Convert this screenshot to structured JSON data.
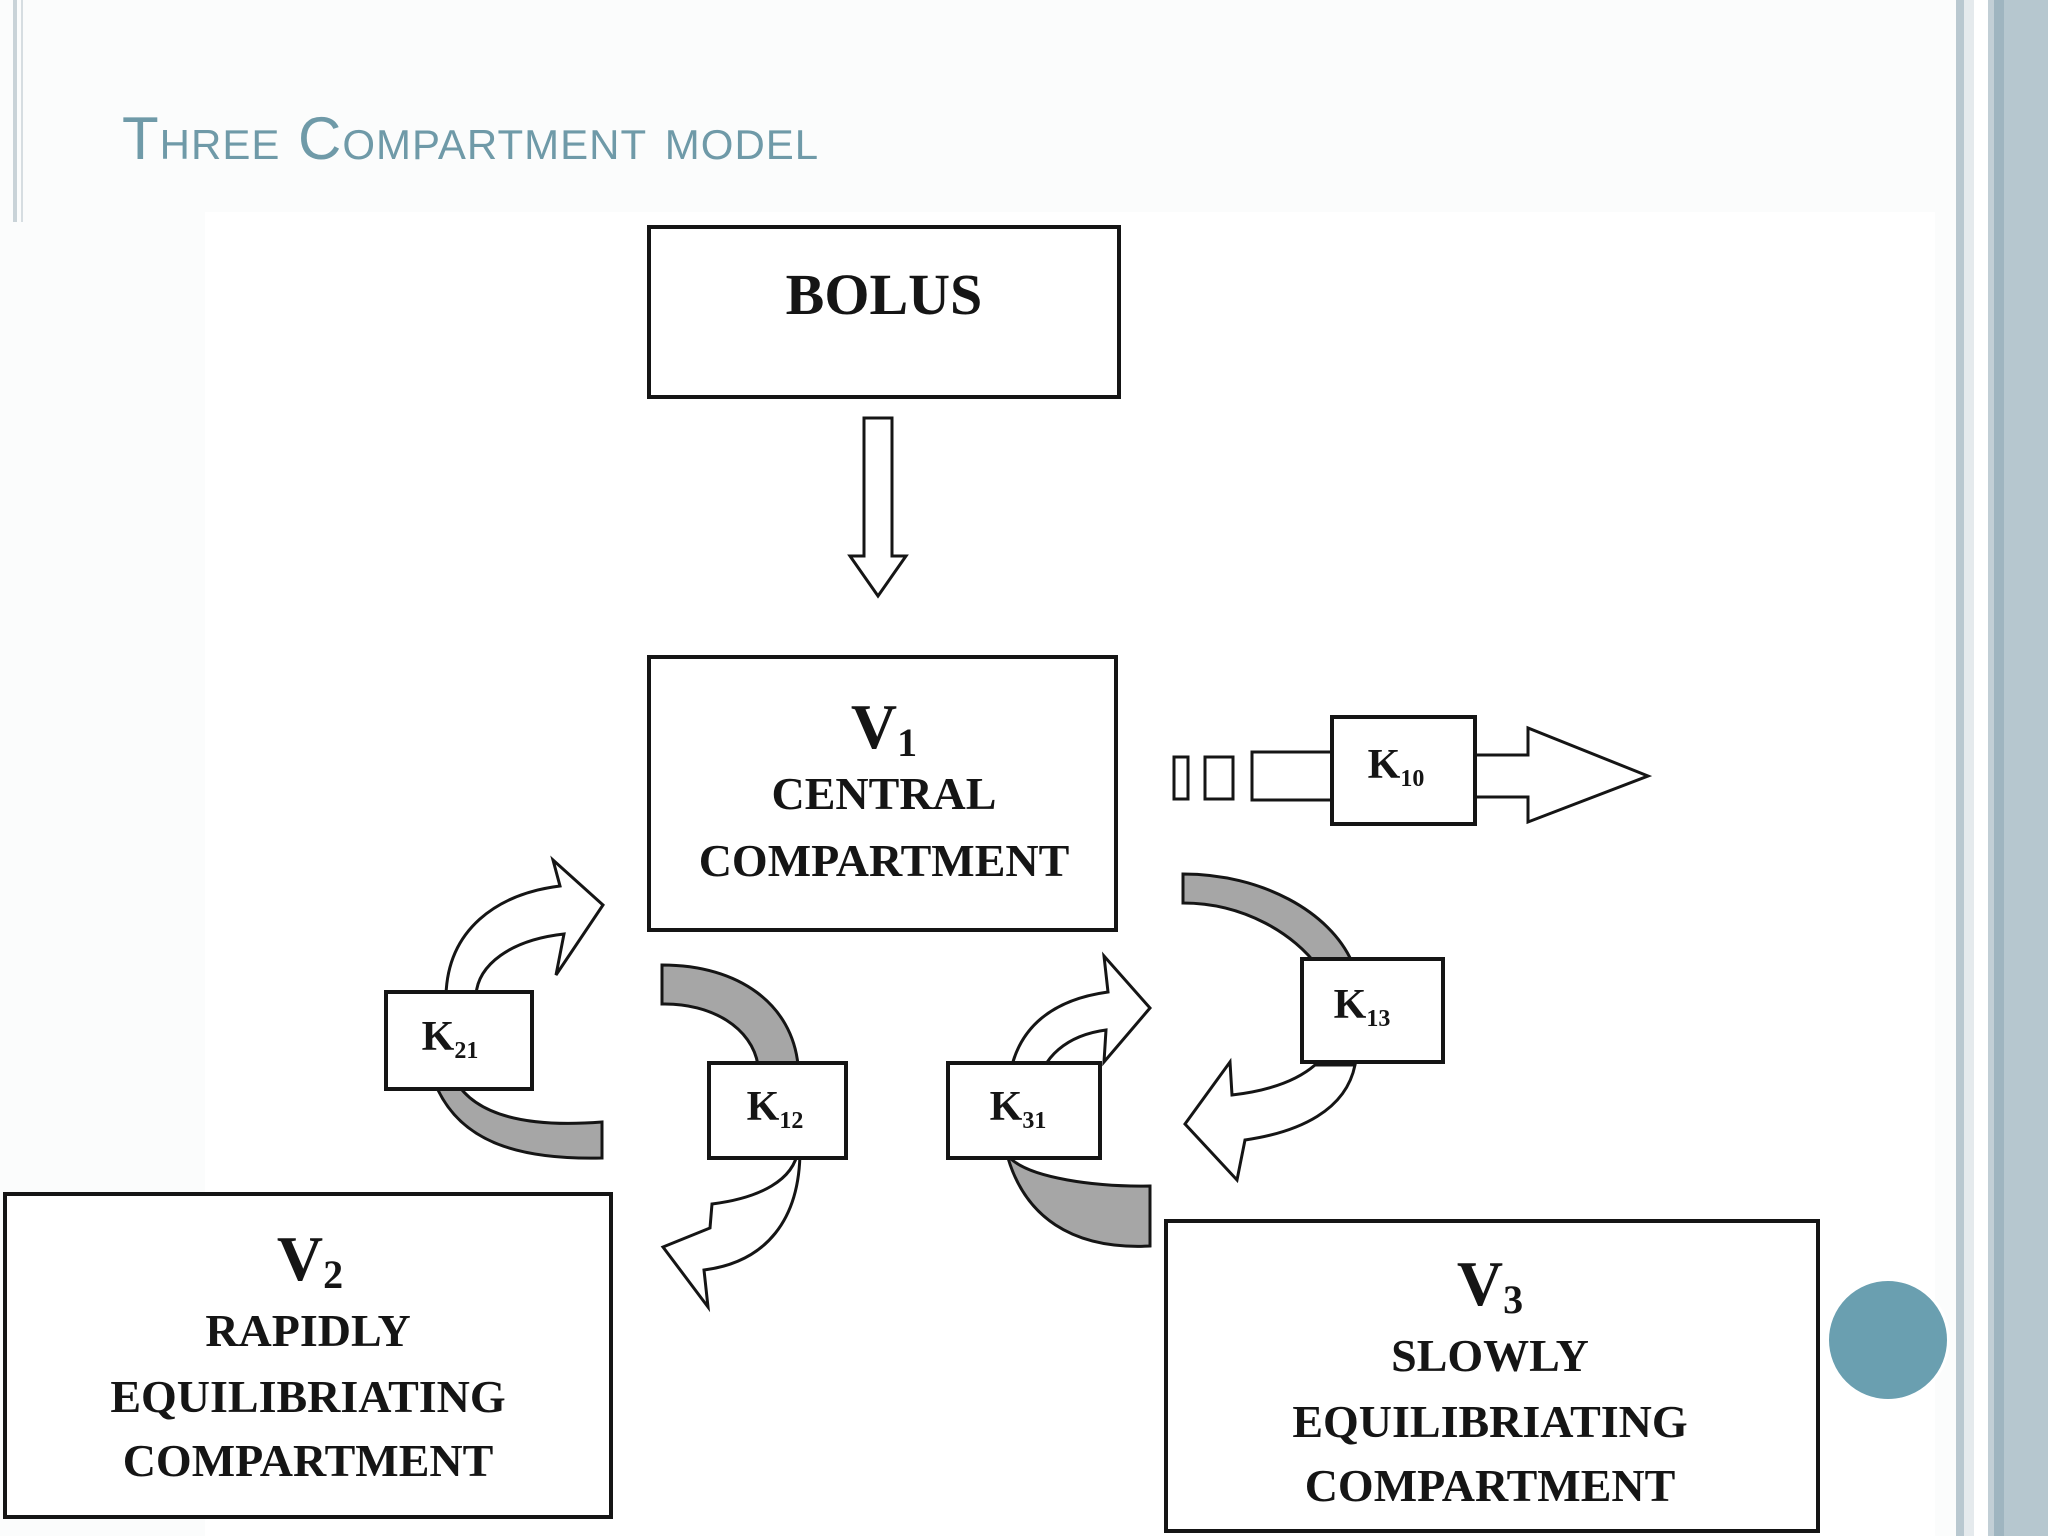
{
  "slide": {
    "title": "Three Compartment model"
  },
  "diagram": {
    "bolus": "BOLUS",
    "v1": {
      "symbol": "V",
      "sub": "1",
      "line1": "CENTRAL",
      "line2": "COMPARTMENT"
    },
    "v2": {
      "symbol": "V",
      "sub": "2",
      "line1": "RAPIDLY",
      "line2": "EQUILIBRIATING",
      "line3": "COMPARTMENT"
    },
    "v3": {
      "symbol": "V",
      "sub": "3",
      "line1": "SLOWLY",
      "line2": "EQUILIBRIATING",
      "line3": "COMPARTMENT"
    },
    "k10": {
      "symbol": "K",
      "sub": "10"
    },
    "k12": {
      "symbol": "K",
      "sub": "12"
    },
    "k13": {
      "symbol": "K",
      "sub": "13"
    },
    "k21": {
      "symbol": "K",
      "sub": "21"
    },
    "k31": {
      "symbol": "K",
      "sub": "31"
    }
  },
  "colors": {
    "title": "#6f9aa8",
    "accent_dot": "#6a9fb0",
    "band_fill": "#a6a6a6",
    "stroke": "#151515"
  }
}
